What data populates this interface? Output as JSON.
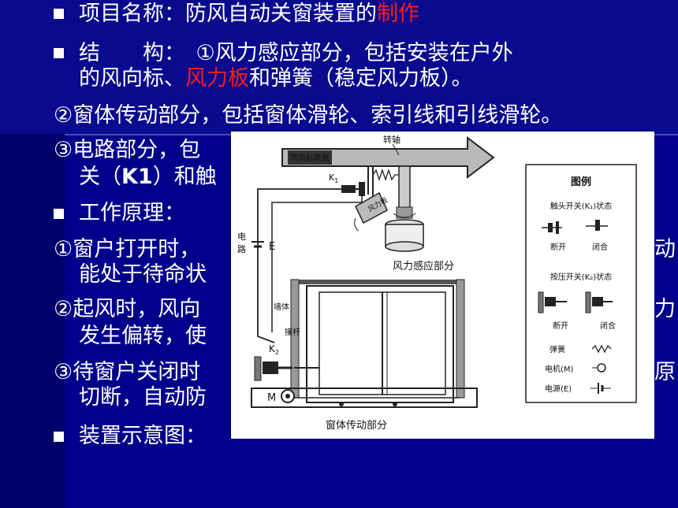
{
  "slide": {
    "items": [
      {
        "prefix": "项目名称：防风自动关窗装置的",
        "highlight": "制作"
      },
      {
        "label": "结　　构：",
        "text": "　①风力感应部分，包括安装在户外",
        "cont_pre": "的风向标、",
        "cont_red": "风力板",
        "cont_post": "和弹簧（稳定风力板）。"
      },
      {
        "text": "②窗体传动部分，包括窗体滑轮、索引线和引线滑轮。"
      },
      {
        "text": "③电路部分，包",
        "cont_pre": "关（",
        "cont_bold": "K1",
        "cont_post": "）和触"
      },
      {
        "text": "工作原理："
      },
      {
        "text": "①窗户打开时，",
        "tail": "动",
        "cont": "能处于待命状"
      },
      {
        "text": "②起风时，风向",
        "tail": "力",
        "cont": "发生偏转，使"
      },
      {
        "text": "③待窗户关闭时",
        "tail": "原",
        "cont": "切断，自动防"
      },
      {
        "text": "装置示意图："
      }
    ]
  },
  "figure": {
    "top_labels": {
      "vane_tail": "风向标尾翼",
      "shaft": "转轴",
      "k1": "K",
      "k1_sub": "1",
      "board": "风力板"
    },
    "circuit_label": "电\n路",
    "power_label": "E",
    "section_wind": "风力感应部分",
    "wall": "墙体",
    "rod": "撞杆",
    "k2": "K",
    "k2_sub": "2",
    "motor": "M",
    "section_window": "窗体传动部分",
    "legend": {
      "title": "图例",
      "touch_switch": "触头开关(K₁)状态",
      "press_switch": "按压开关(K₂)状态",
      "open": "断开",
      "closed": "闭合",
      "spring": "弹簧",
      "motor": "电机(M)",
      "power": "电源(E)"
    }
  }
}
